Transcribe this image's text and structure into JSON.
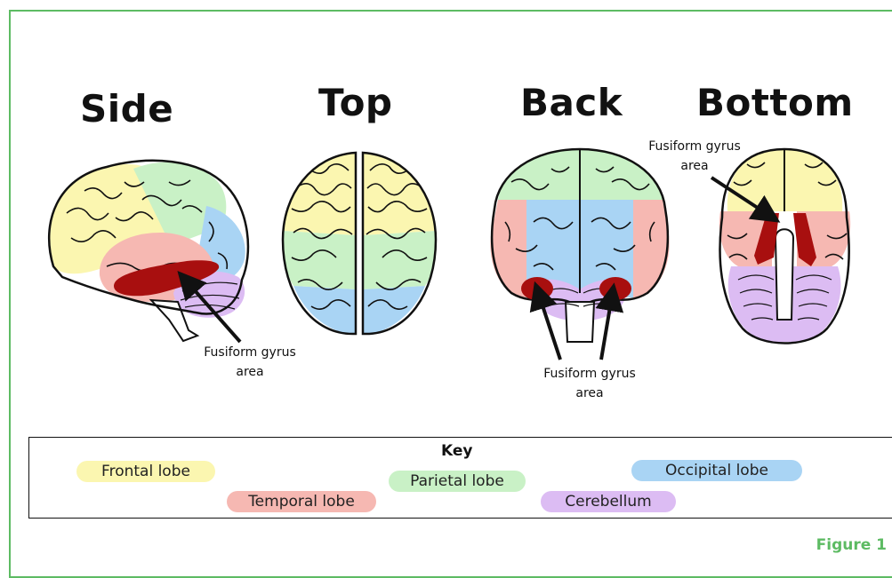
{
  "views": {
    "side": "Side",
    "top": "Top",
    "back": "Back",
    "bottom": "Bottom"
  },
  "annotations": {
    "side": [
      "Fusiform gyrus",
      "area"
    ],
    "back": [
      "Fusiform gyrus",
      "area"
    ],
    "bottom": [
      "Fusiform gyrus",
      "area"
    ]
  },
  "key": {
    "title": "Key",
    "items": [
      {
        "label": "Frontal lobe",
        "color": "#fbf6b0"
      },
      {
        "label": "Temporal lobe",
        "color": "#f6b8b2"
      },
      {
        "label": "Parietal lobe",
        "color": "#c9f1c6"
      },
      {
        "label": "Cerebellum",
        "color": "#dcbcf3"
      },
      {
        "label": "Occipital lobe",
        "color": "#a9d4f4"
      }
    ]
  },
  "highlight_color": "#a80f0f",
  "figure_label": "Figure 1"
}
